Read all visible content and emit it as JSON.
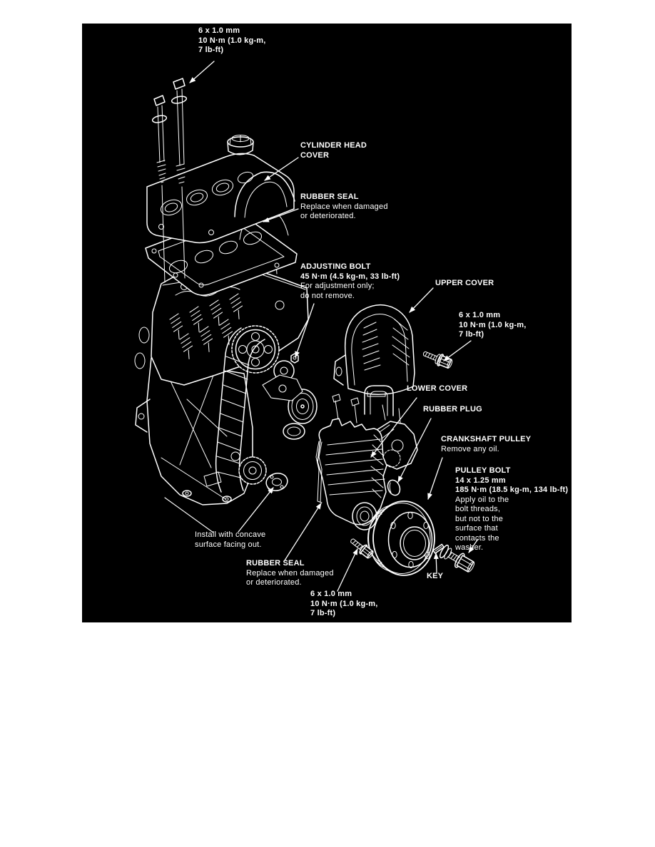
{
  "diagram": {
    "description": "Exploded engine view: cylinder head cover, timing belt covers and crankshaft pulley",
    "colors": {
      "background": "#000000",
      "ink": "#ffffff",
      "page": "#ffffff"
    },
    "labels": {
      "top_bolt_spec": {
        "title": "6 x 1.0 mm\n10 N·m (1.0 kg-m,\n7 lb-ft)"
      },
      "cylinder_head_cover": {
        "title": "CYLINDER HEAD\nCOVER"
      },
      "rubber_seal_upper": {
        "title": "RUBBER SEAL",
        "note": "Replace when damaged\nor deteriorated."
      },
      "adjusting_bolt": {
        "title": "ADJUSTING BOLT\n45 N·m (4.5 kg-m, 33 lb-ft)",
        "note": "For adjustment only;\ndo not remove."
      },
      "upper_cover": {
        "title": "UPPER COVER"
      },
      "upper_cover_bolt_spec": {
        "title": "6 x 1.0 mm\n10 N·m (1.0 kg-m,\n7 lb-ft)"
      },
      "lower_cover": {
        "title": "LOWER COVER"
      },
      "rubber_plug": {
        "title": "RUBBER PLUG"
      },
      "crankshaft_pulley": {
        "title": "CRANKSHAFT PULLEY",
        "note": "Remove any oil."
      },
      "pulley_bolt": {
        "title": "PULLEY BOLT\n14 x 1.25 mm\n185 N·m (18.5 kg-m, 134 lb-ft)",
        "note": "Apply oil to the\nbolt threads,\nbut not to the\nsurface that\ncontacts the\nwasher."
      },
      "washer_note": {
        "note": "Install with concave\nsurface facing out."
      },
      "rubber_seal_lower": {
        "title": "RUBBER SEAL",
        "note": "Replace when damaged\nor deteriorated."
      },
      "lower_bolt_spec": {
        "title": "6 x 1.0 mm\n10 N·m (1.0 kg-m,\n7 lb-ft)"
      },
      "key": {
        "title": "KEY"
      }
    }
  }
}
